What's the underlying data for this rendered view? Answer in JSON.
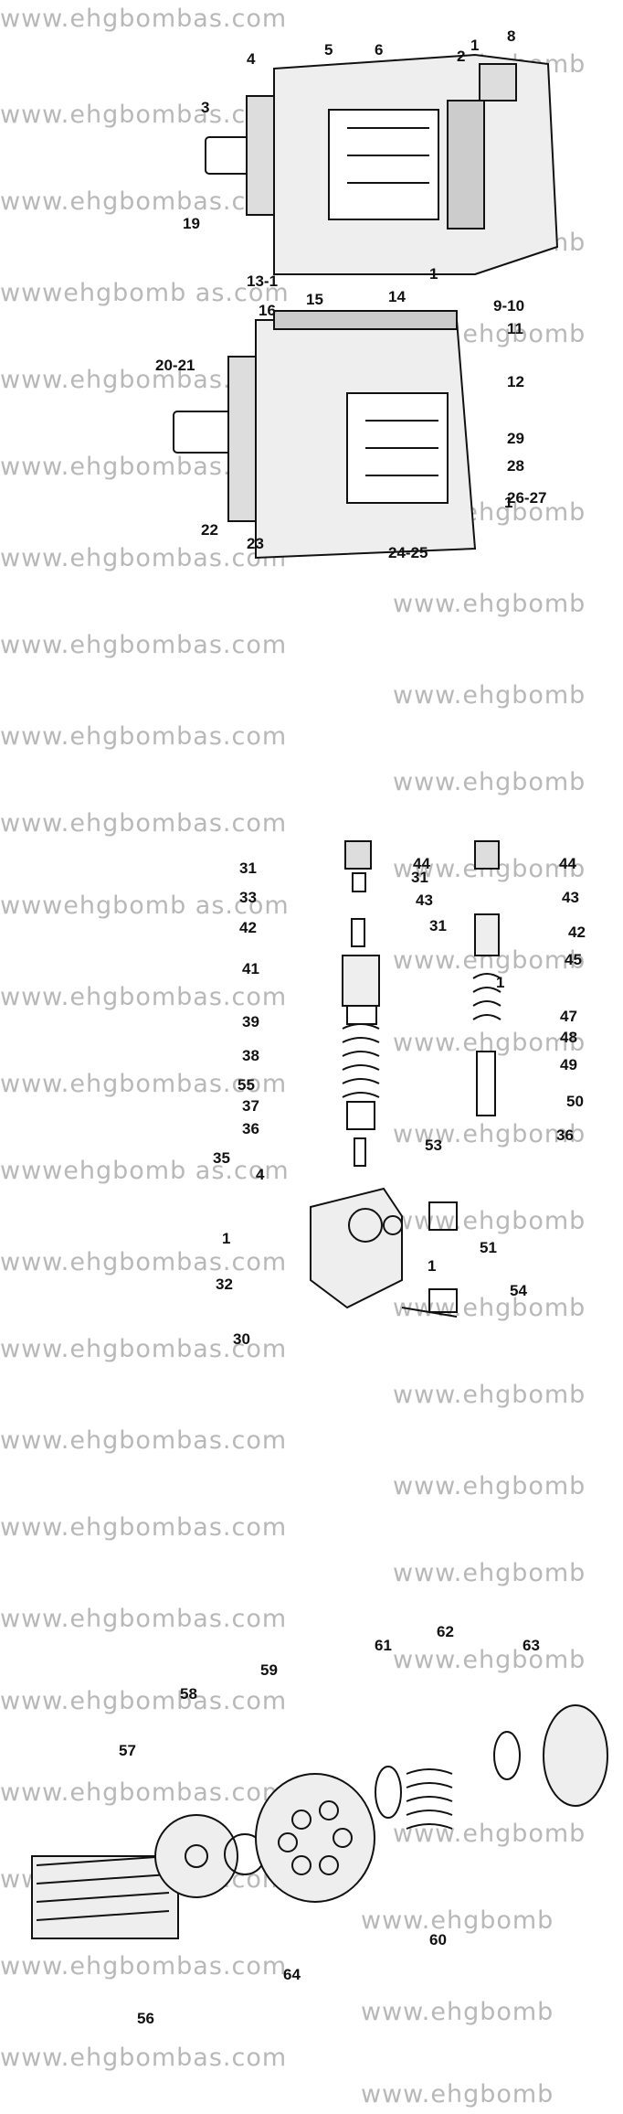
{
  "watermark": "www.ehgbombas.com",
  "watermark_truncated": "www.ehgbomb",
  "watermark_variant": "wwwehgbomb as.com",
  "labels": [
    "1",
    "2",
    "3",
    "4",
    "5",
    "6",
    "8",
    "9-10",
    "11",
    "12",
    "13-1",
    "14",
    "15",
    "16",
    "19",
    "20-21",
    "22",
    "23",
    "24-25",
    "26-27",
    "28",
    "29",
    "30",
    "31",
    "32",
    "33",
    "35",
    "36",
    "37",
    "38",
    "39",
    "41",
    "42",
    "43",
    "44",
    "45",
    "47",
    "48",
    "49",
    "50",
    "51",
    "53",
    "54",
    "55",
    "56",
    "57",
    "58",
    "59",
    "60",
    "61",
    "62",
    "63",
    "64"
  ]
}
